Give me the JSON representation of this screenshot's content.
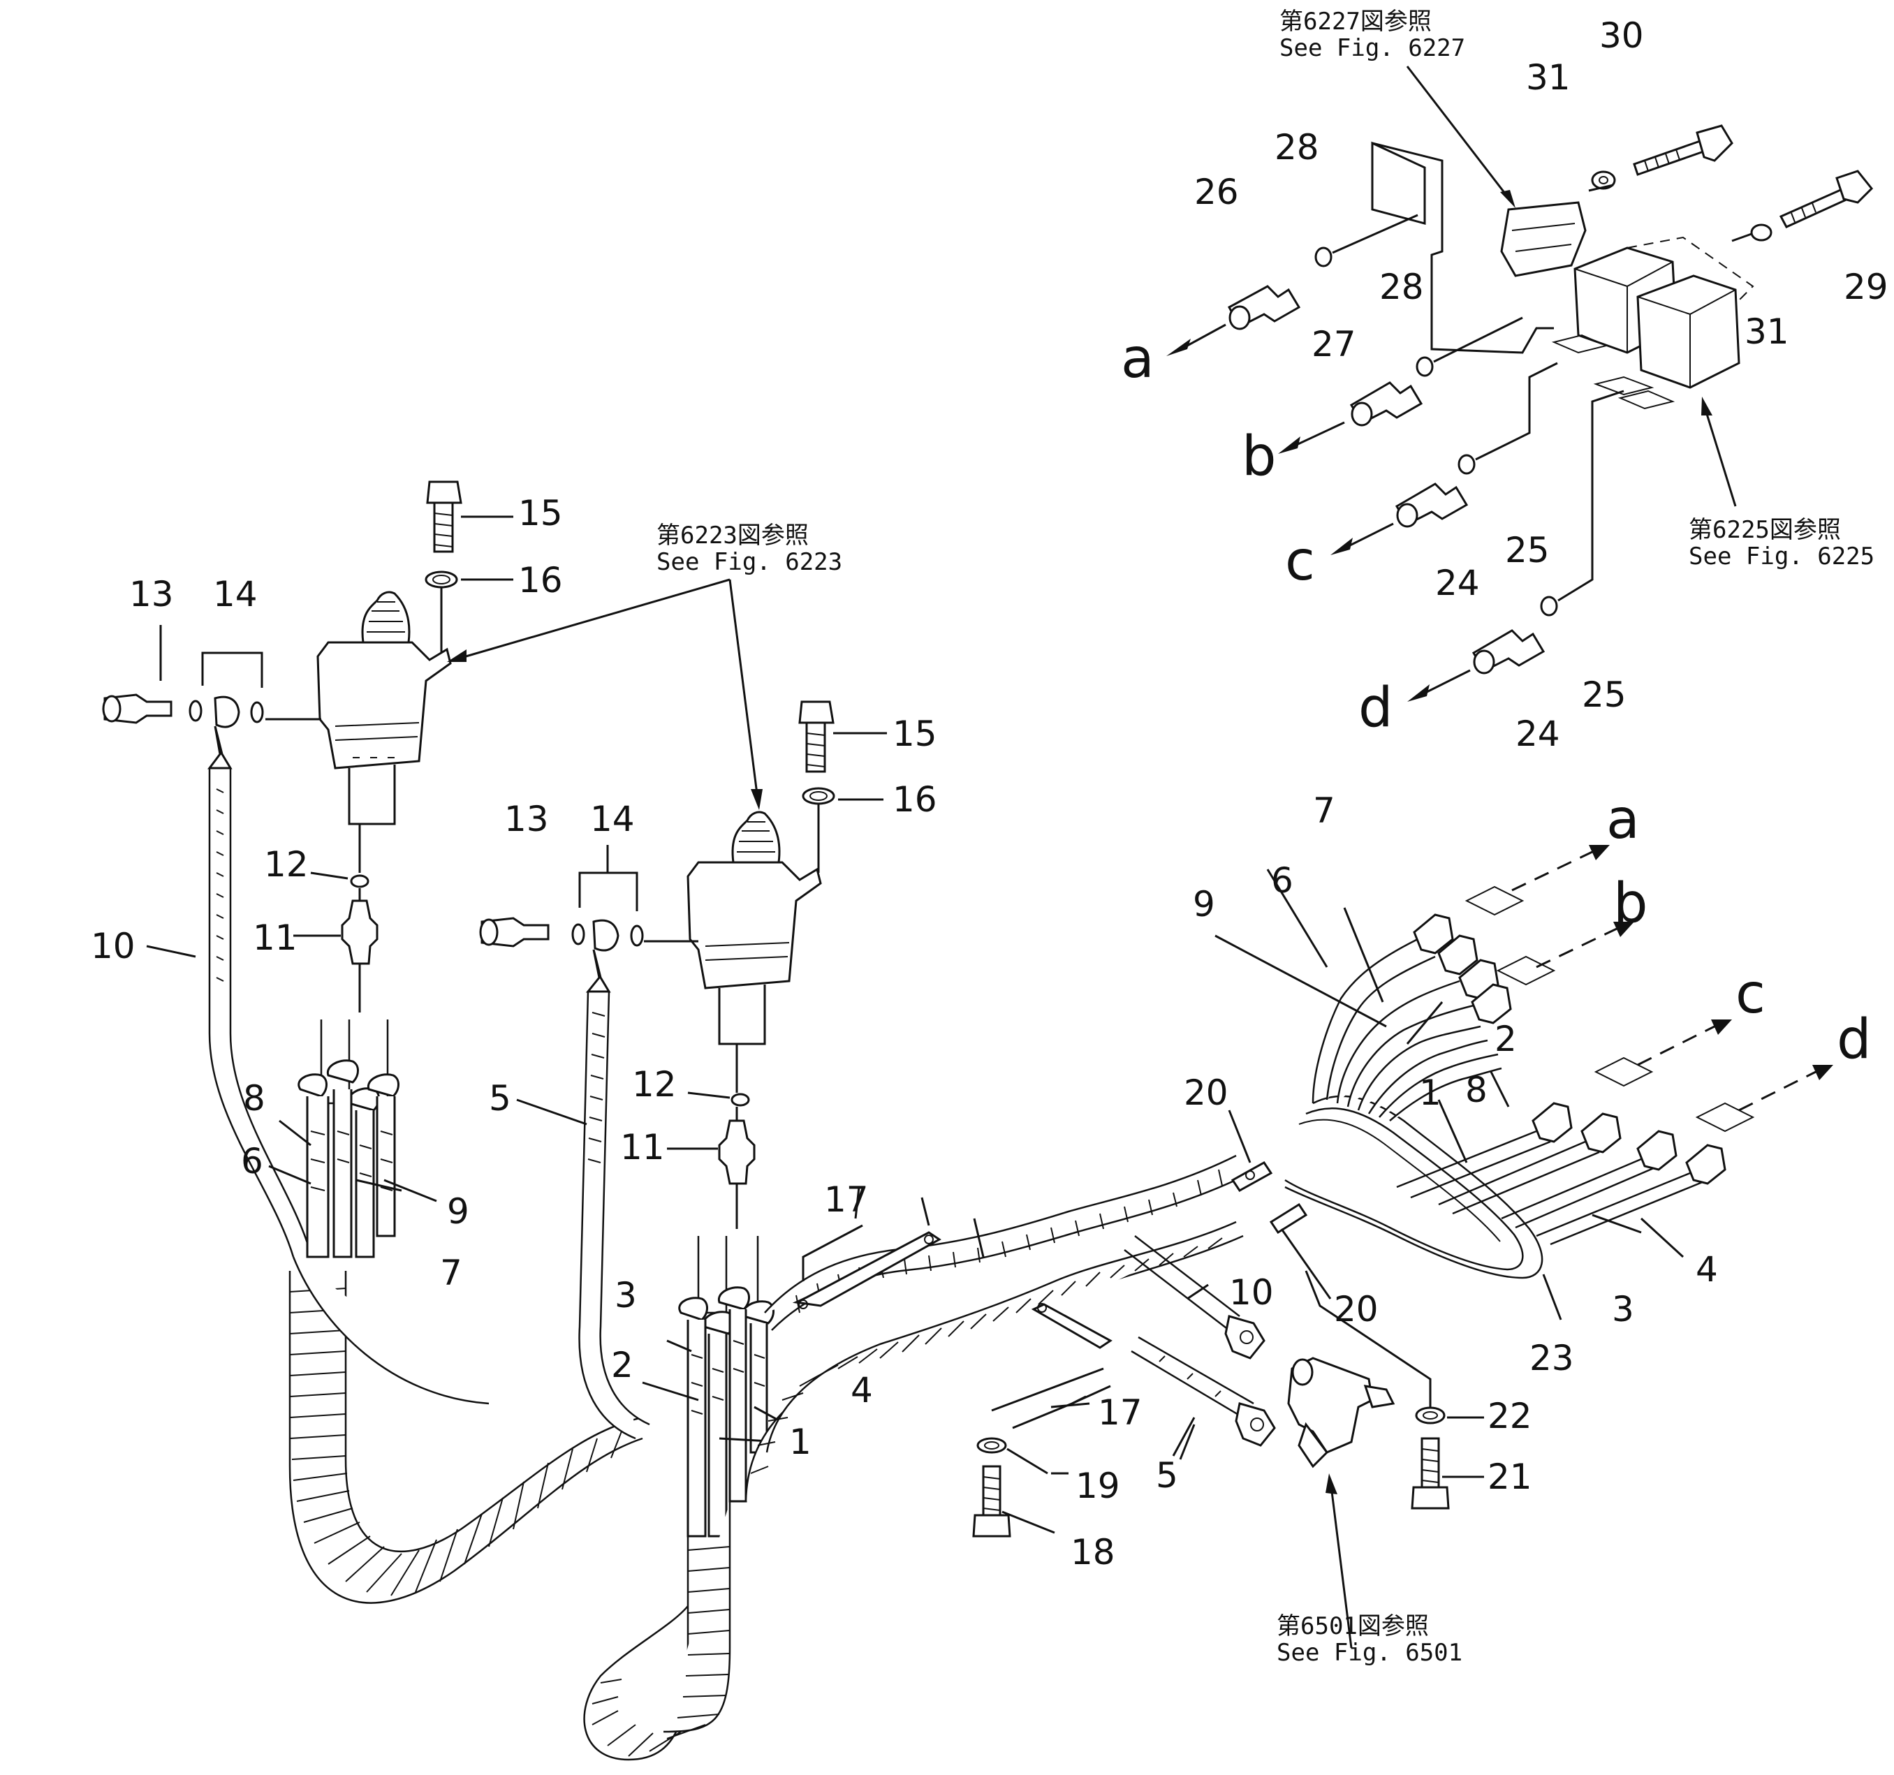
{
  "figure_refs": {
    "ref_6227": {
      "jp": "第6227図参照",
      "en": "See Fig. 6227"
    },
    "ref_6223": {
      "jp": "第6223図参照",
      "en": "See Fig. 6223"
    },
    "ref_6225": {
      "jp": "第6225図参照",
      "en": "See Fig. 6225"
    },
    "ref_6501": {
      "jp": "第6501図参照",
      "en": "See Fig. 6501"
    }
  },
  "connection_letters": {
    "a": "a",
    "b": "b",
    "c": "c",
    "d": "d"
  },
  "part_numbers": {
    "p1": "1",
    "p2": "2",
    "p3": "3",
    "p4": "4",
    "p5": "5",
    "p6": "6",
    "p7": "7",
    "p8": "8",
    "p9": "9",
    "p10": "10",
    "p11": "11",
    "p12": "12",
    "p13": "13",
    "p14": "14",
    "p15": "15",
    "p16": "16",
    "p17": "17",
    "p18": "18",
    "p19": "19",
    "p20": "20",
    "p21": "21",
    "p22": "22",
    "p23": "23",
    "p24": "24",
    "p25": "25",
    "p26": "26",
    "p27": "27",
    "p28": "28",
    "p29": "29",
    "p30": "30",
    "p31": "31"
  }
}
